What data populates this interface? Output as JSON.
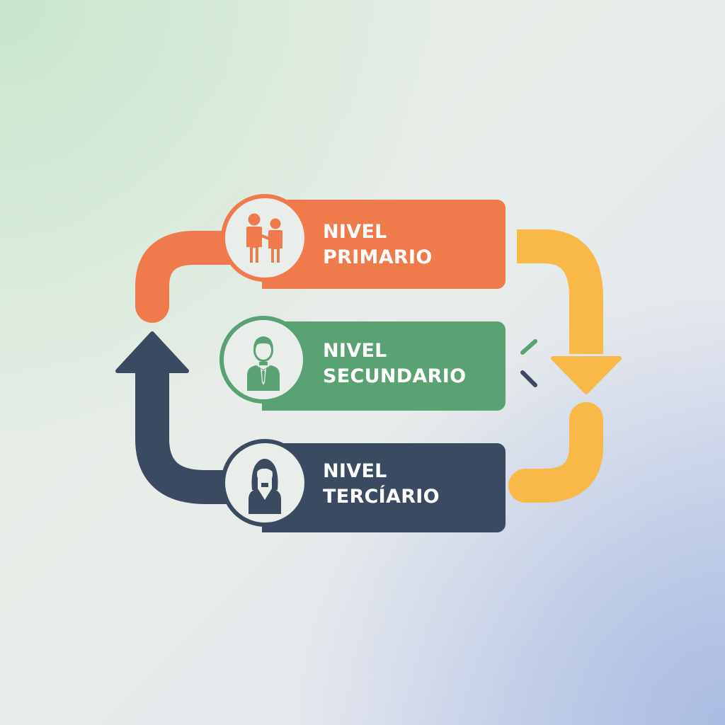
{
  "levels": [
    {
      "line1": "NIVEL",
      "line2": "PRIMARIO",
      "color": "#ef7b4d",
      "icon": "two-people-icon"
    },
    {
      "line1": "NIVEL",
      "line2": "SECUNDARIO",
      "color": "#5aa174",
      "icon": "businessman-icon"
    },
    {
      "line1": "NIVEL",
      "line2": "TERCÍARIO",
      "color": "#3a4a60",
      "icon": "businesswoman-icon"
    }
  ],
  "colors": {
    "orange": "#ef7b4d",
    "green": "#5aa174",
    "navy": "#3a4a60",
    "yellow": "#f8b949",
    "background": "#e8ede9"
  }
}
